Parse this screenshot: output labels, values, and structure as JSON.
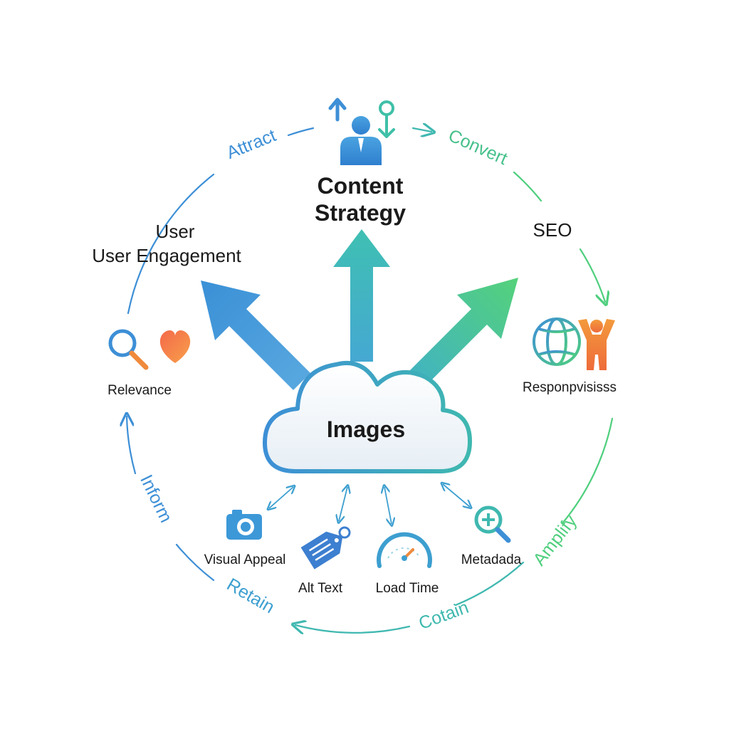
{
  "center": {
    "label": "Images"
  },
  "outcomes": {
    "content_strategy": {
      "line1": "Content",
      "line2": "Strategy"
    },
    "user_engagement": {
      "line1": "User",
      "line2": "User Engagement"
    },
    "seo": {
      "label": "SEO"
    }
  },
  "side_factors": {
    "relevance": "Relevance",
    "responsiveness": "Responpvisisss"
  },
  "attributes": {
    "visual_appeal": "Visual Appeal",
    "alt_text": "Alt Text",
    "load_time": "Load Time",
    "metadata": "Metadada"
  },
  "cycle": {
    "attract": "Attract",
    "convert": "Convert",
    "amplify": "Amplify",
    "cotain": "Cotain",
    "retain": "Retain",
    "inform": "Inform"
  },
  "colors": {
    "blue": "#3d8fd6",
    "teal": "#3fb8b0",
    "green": "#4fcf7e",
    "orange": "#f08a3c",
    "heart": "#f4694a"
  }
}
